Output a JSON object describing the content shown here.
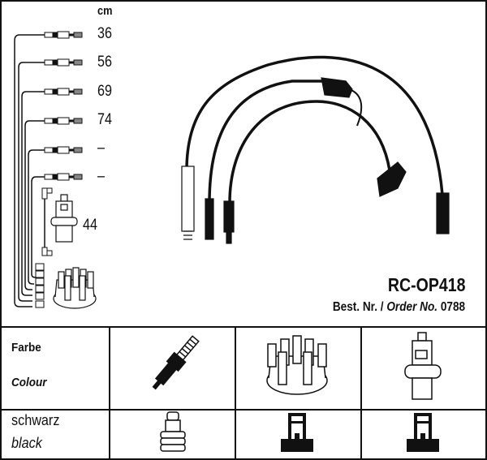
{
  "legend": {
    "unit": "cm",
    "lengths": [
      "36",
      "56",
      "69",
      "74",
      "–",
      "–"
    ],
    "coil_length": "44"
  },
  "product": {
    "code": "RC-OP418",
    "order_label_de": "Best. Nr. /",
    "order_label_en": "Order No.",
    "order_number": "0788"
  },
  "table": {
    "header_de": "Farbe",
    "header_en": "Colour",
    "columns": [
      "spark-plug",
      "distributor-cap",
      "ignition-coil"
    ],
    "color_de": "schwarz",
    "color_en": "black"
  }
}
